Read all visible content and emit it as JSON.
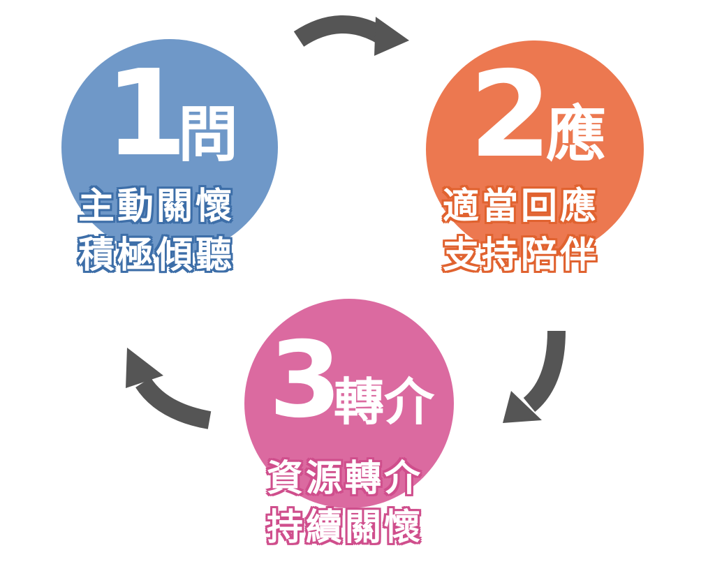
{
  "steps": [
    {
      "number": "1",
      "heading": "問",
      "line1": "主動關懷",
      "line2": "積極傾聽",
      "color": "#6f98c8"
    },
    {
      "number": "2",
      "heading": "應",
      "line1": "適當回應",
      "line2": "支持陪伴",
      "color": "#ec7850"
    },
    {
      "number": "3",
      "heading": "轉介",
      "line1": "資源轉介",
      "line2": "持續關懷",
      "color": "#db6aa0"
    }
  ],
  "arrow_color": "#555555",
  "flow": "cycle: 1 → 2 → 3 → 1"
}
